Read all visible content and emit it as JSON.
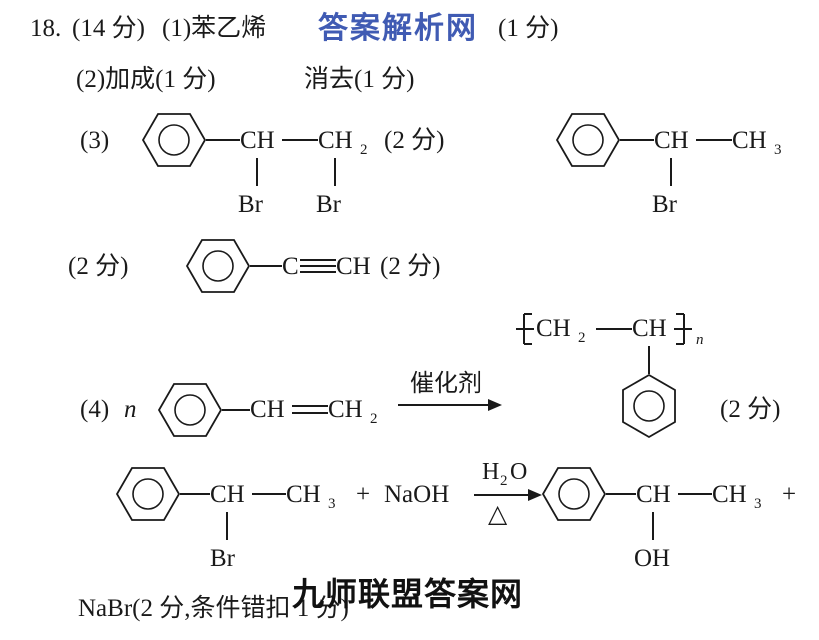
{
  "line1": {
    "number": "18.",
    "score": "(14 分)",
    "part1": "(1)苯乙烯",
    "tail": "(1 分)"
  },
  "line2": {
    "part": "(2)加成(1 分)",
    "elim": "消去(1 分)"
  },
  "part3": {
    "label": "(3)",
    "ch": "CH",
    "ch2": "CH",
    "ch2_sub": "2",
    "br1": "Br",
    "br2": "Br",
    "score1": "(2 分)",
    "ch_b": "CH",
    "ch3": "CH",
    "ch3_sub": "3",
    "br3": "Br"
  },
  "part3b": {
    "score2": "(2 分)",
    "alkyne": "C",
    "alkyne_ch": "CH",
    "score3": "(2 分)"
  },
  "part4": {
    "label": "(4)",
    "n": "n",
    "ch": "CH",
    "ch2": "CH",
    "ch2_sub": "2",
    "catalyst": "催化剂",
    "poly_ch2": "CH",
    "poly_ch2_sub": "2",
    "poly_ch": "CH",
    "poly_n": "n",
    "score": "(2 分)"
  },
  "reaction": {
    "ch": "CH",
    "ch3": "CH",
    "ch3_sub": "3",
    "plus1": "+",
    "naoh": "NaOH",
    "h2o_h": "H",
    "h2o_sub": "2",
    "h2o_o": "O",
    "heat": "△",
    "prod_ch": "CH",
    "prod_ch3": "CH",
    "prod_ch3_sub": "3",
    "plus2": "+",
    "br": "Br",
    "oh": "OH"
  },
  "last_line": {
    "text": "NaBr(2 分,条件错扣 1 分)"
  },
  "watermarks": {
    "top": "答案解析网",
    "bottom": "九师联盟答案网"
  }
}
